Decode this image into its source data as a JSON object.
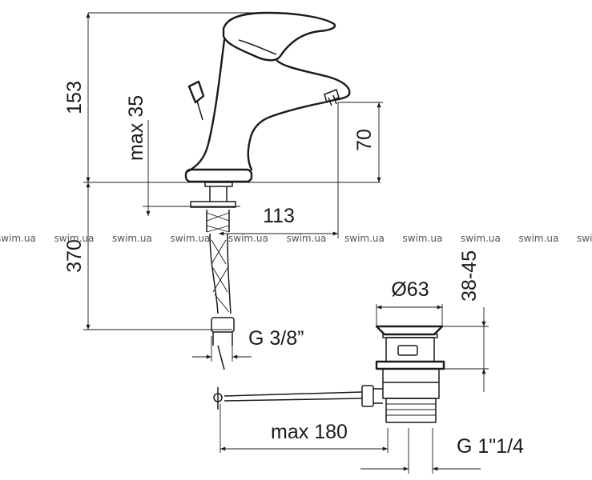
{
  "dimensions": {
    "height_total": "153",
    "handle_max": "max 35",
    "spout_height": "70",
    "spout_reach": "113",
    "hose_length": "370",
    "connection": "G 3/8”",
    "drain_diameter": "Ø63",
    "drain_range": "38-45",
    "rod_max": "max 180",
    "drain_thread": "G 1\"1/4"
  },
  "watermark": {
    "text": "swim.ua",
    "count": 11
  }
}
